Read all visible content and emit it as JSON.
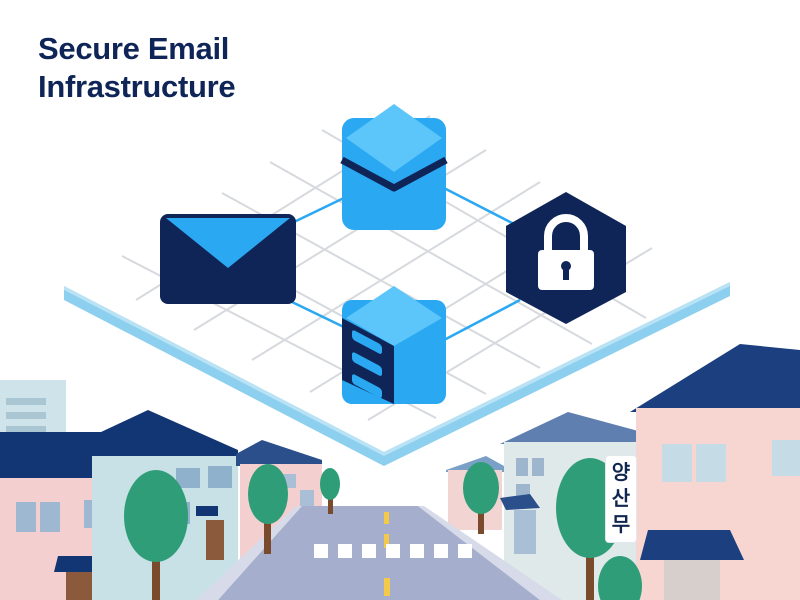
{
  "title": {
    "line1": "Secure Email",
    "line2": "Infrastructure"
  },
  "sign": {
    "text": "양산무"
  },
  "colors": {
    "navy": "#0f2557",
    "blue": "#2aa8f2",
    "light_blue": "#8ccfee",
    "grid": "#d6d9de",
    "tree": "#2f9e78",
    "road": "#9fa8c9"
  },
  "icons": [
    "envelope-icon",
    "mail-cube-icon",
    "server-cube-icon",
    "lock-icon"
  ]
}
